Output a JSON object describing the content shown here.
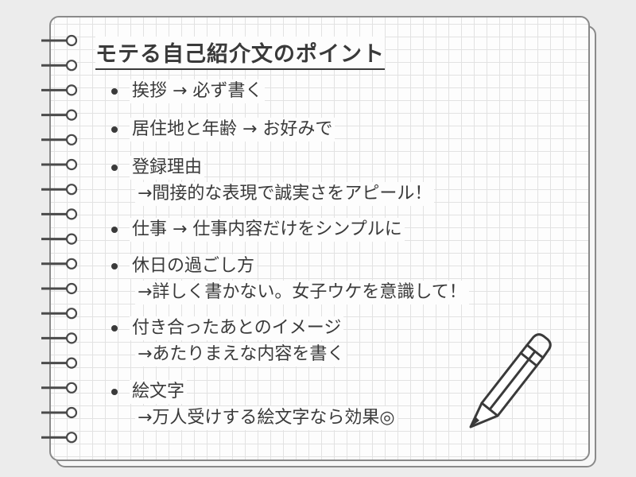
{
  "title": "モテる自己紹介文のポイント",
  "items": [
    {
      "line1": "挨拶 → 必ず書く",
      "line2": ""
    },
    {
      "line1": "居住地と年齢 → お好みで",
      "line2": ""
    },
    {
      "line1": "登録理由",
      "line2": "→間接的な表現で誠実さをアピール！"
    },
    {
      "line1": "仕事 → 仕事内容だけをシンプルに",
      "line2": ""
    },
    {
      "line1": "休日の過ごし方",
      "line2": "→詳しく書かない。女子ウケを意識して！"
    },
    {
      "line1": "付き合ったあとのイメージ",
      "line2": "→あたりまえな内容を書く"
    },
    {
      "line1": "絵文字",
      "line2": "→万人受けする絵文字なら効果◎"
    }
  ],
  "colors": {
    "ink": "#3a3a3a",
    "border": "#8a8a8a",
    "grid": "#e2e2e2",
    "background": "#ececec"
  },
  "icons": {
    "spiral": "spiral-binding-icon",
    "pencil": "pencil-icon"
  }
}
